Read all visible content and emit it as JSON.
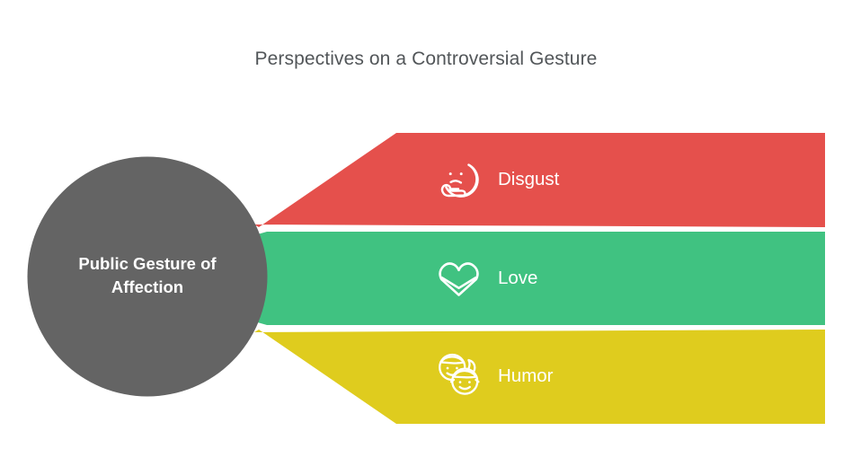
{
  "title": "Perspectives on a Controversial Gesture",
  "hub": {
    "label": "Public Gesture of Affection",
    "label_line_1": "Public Gesture of",
    "label_line_2": "Affection",
    "color": "#646464",
    "text_color": "#ffffff"
  },
  "branches": [
    {
      "label": "Disgust",
      "color": "#E5504C",
      "icon": "nauseated-face-icon",
      "text_color": "#ffffff"
    },
    {
      "label": "Love",
      "color": "#40C281",
      "icon": "heart-icon",
      "text_color": "#ffffff"
    },
    {
      "label": "Humor",
      "color": "#DFCC1E",
      "icon": "two-smiling-faces-icon",
      "text_color": "#ffffff"
    }
  ],
  "chart_data": {
    "type": "diagram",
    "diagram_style": "hub-and-fanned-bands",
    "title": "Perspectives on a Controversial Gesture",
    "center_node": "Public Gesture of Affection",
    "branch_labels": [
      "Disgust",
      "Love",
      "Humor"
    ],
    "branch_colors": [
      "#E5504C",
      "#40C281",
      "#DFCC1E"
    ],
    "background": "#ffffff",
    "legend": "none",
    "grid": false
  }
}
